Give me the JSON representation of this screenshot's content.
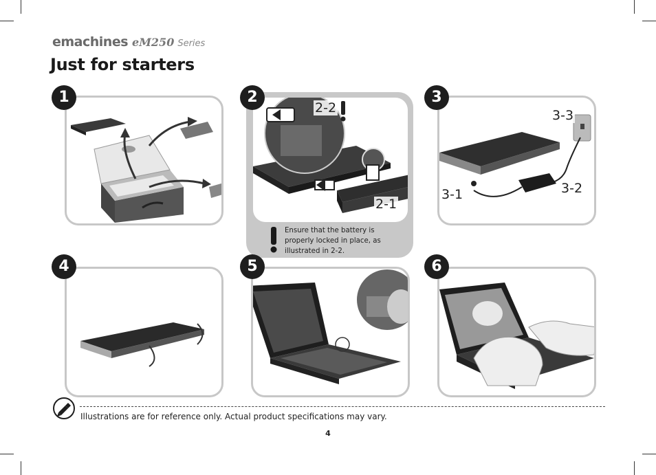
{
  "header": {
    "brand_logo": "emachines",
    "model": "eM250",
    "series": "Series",
    "title": "Just for starters"
  },
  "steps": [
    {
      "number": "1"
    },
    {
      "number": "2",
      "callouts": [
        "2-2",
        "2-1"
      ],
      "warning": "Ensure that the battery is properly locked in place, as illustrated in 2-2."
    },
    {
      "number": "3",
      "callouts": [
        "3-3",
        "3-1",
        "3-2"
      ]
    },
    {
      "number": "4"
    },
    {
      "number": "5"
    },
    {
      "number": "6"
    }
  ],
  "note": {
    "text": "Illustrations are for reference only. Actual product specifications may vary."
  },
  "footer": {
    "page_number": "4"
  },
  "colors": {
    "panel_border": "#c7c7c7",
    "step_badge": "#1e1e1e",
    "panel2_background": "#c8c8c8"
  }
}
